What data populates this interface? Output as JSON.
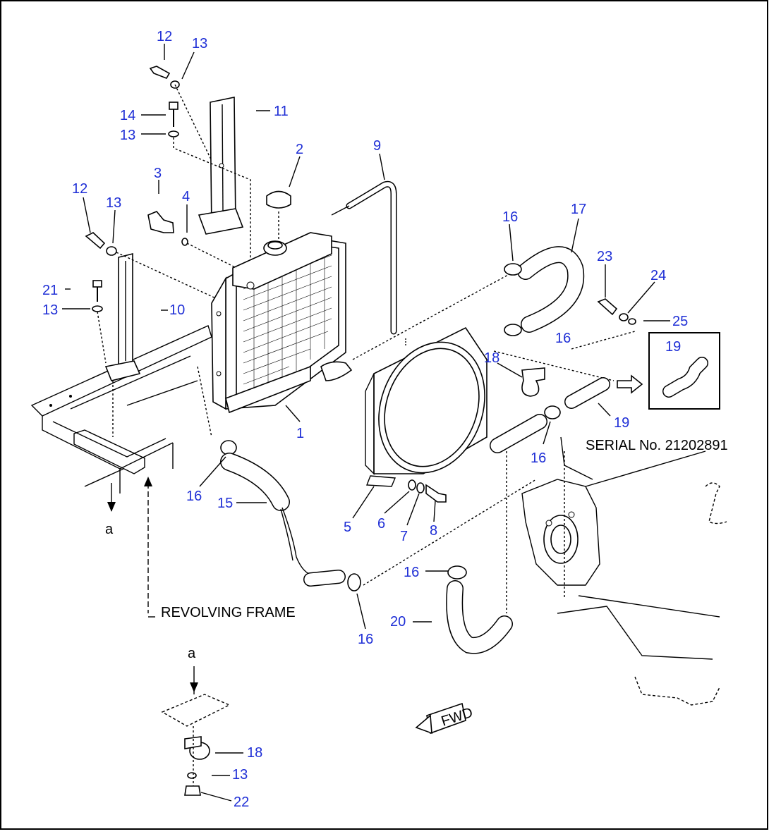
{
  "callouts": {
    "c1": "1",
    "c2": "2",
    "c3": "3",
    "c4": "4",
    "c5": "5",
    "c6": "6",
    "c7": "7",
    "c8": "8",
    "c9": "9",
    "c10": "10",
    "c11": "11",
    "c12a": "12",
    "c12b": "12",
    "c13a": "13",
    "c13b": "13",
    "c13c": "13",
    "c13d": "13",
    "c13e": "13",
    "c14": "14",
    "c15": "15",
    "c16a": "16",
    "c16b": "16",
    "c16c": "16",
    "c16d": "16",
    "c16e": "16",
    "c16f": "16",
    "c17": "17",
    "c18a": "18",
    "c18b": "18",
    "c19a": "19",
    "c19b": "19",
    "c20": "20",
    "c21": "21",
    "c22": "22",
    "c23": "23",
    "c24": "24",
    "c25": "25"
  },
  "labels": {
    "serial": "SERIAL No. 21202891",
    "revolving_frame": "REVOLVING FRAME",
    "view_a_top": "a",
    "view_a_bottom": "a",
    "fwd": "FWD"
  }
}
